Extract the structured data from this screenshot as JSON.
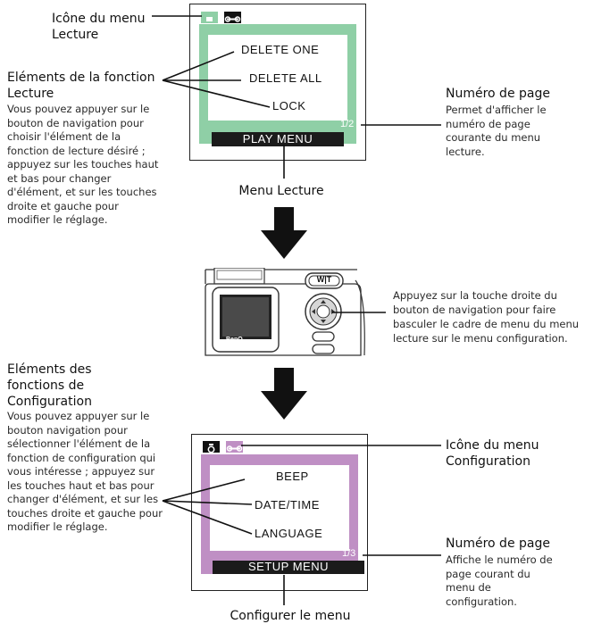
{
  "play_section": {
    "icon_label": "Icône du menu Lecture",
    "features_title": "Eléments de la fonction Lecture",
    "features_desc": "Vous pouvez appuyer sur le bouton de navigation pour choisir l'élément de la fonction de lecture désiré ; appuyez sur les touches haut et bas pour changer d'élément, et sur les touches droite et gauche pour modifier le réglage.",
    "screen": {
      "items": [
        "DELETE ONE",
        "DELETE ALL",
        "LOCK"
      ],
      "page_number": "1/2",
      "menu_bar": "PLAY MENU",
      "frame_color": "#8fcfa6"
    },
    "page_number_title": "Numéro de page",
    "page_number_desc": "Permet d'afficher le numéro de page courante du menu lecture.",
    "menu_caption": "Menu Lecture"
  },
  "camera": {
    "description": "Appuyez sur la touche droite du bouton de navigation pour faire basculer le cadre de menu du menu lecture sur le menu configuration.",
    "brand": "BenQ",
    "zoom_label": "W|T"
  },
  "setup_section": {
    "features_title": "Eléments des fonctions de Configuration",
    "features_desc": "Vous pouvez appuyer sur le bouton navigation pour sélectionner l'élément de la fonction de configuration qui vous intéresse ; appuyez sur les touches haut et bas pour changer d'élément, et sur les touches droite et gauche pour modifier le réglage.",
    "screen": {
      "items": [
        "BEEP",
        "DATE/TIME",
        "LANGUAGE"
      ],
      "page_number": "1/3",
      "menu_bar": "SETUP MENU",
      "frame_color": "#bf8fc4"
    },
    "icon_label": "Icône du menu Configuration",
    "page_number_title": "Numéro de page",
    "page_number_desc": "Affiche le numéro de page courant du menu de configuration.",
    "menu_caption": "Configurer le menu"
  }
}
